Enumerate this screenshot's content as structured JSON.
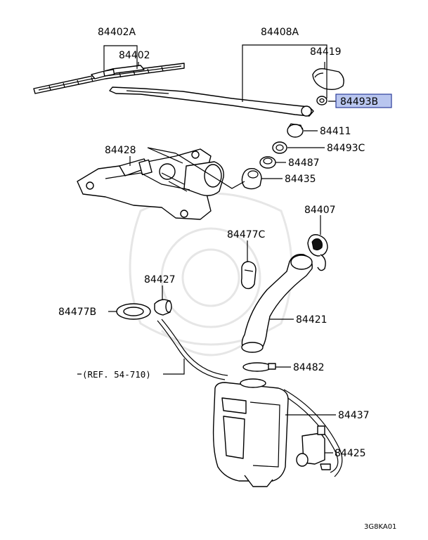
{
  "labels": {
    "wiper_blade_assy": "84402A",
    "wiper_blade": "84402",
    "wiper_arm_assy": "84408A",
    "arm_cap": "84419",
    "arm_nut": "84493B",
    "pivot_cap": "84411",
    "nut": "84493C",
    "pivot_bushing_a": "84487",
    "pivot_bushing_b": "84435",
    "wiper_motor": "84428",
    "filler_cap": "84407",
    "grommet_c": "84477C",
    "nozzle": "84427",
    "grommet_b": "84477B",
    "filler_neck": "84421",
    "clamp": "84482",
    "reservoir": "84437",
    "pump": "84425",
    "reference": "(REF. 54-710)",
    "diagram_code": "3G8KA01"
  },
  "highlighted_part": "84493B",
  "colors": {
    "highlight_fill": "#b9c6ef",
    "highlight_border": "#2b3c9a"
  }
}
